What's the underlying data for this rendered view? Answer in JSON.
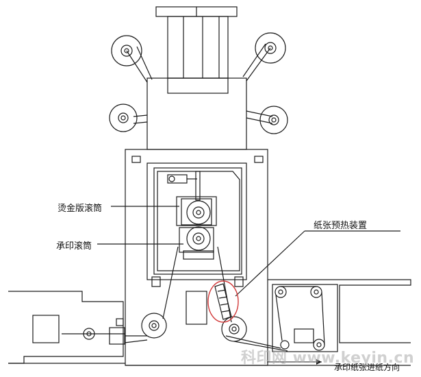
{
  "labels": {
    "foil_roller": "烫金版滚筒",
    "impression_roller": "承印滚筒",
    "paper_preheat": "纸张预热装置",
    "feed_direction": "承印纸张进纸方向"
  },
  "watermark": "科印网 www.keyin.cn",
  "colors": {
    "line": "#1a1a1a",
    "highlight_circle": "#d23a3a",
    "background": "#ffffff"
  }
}
